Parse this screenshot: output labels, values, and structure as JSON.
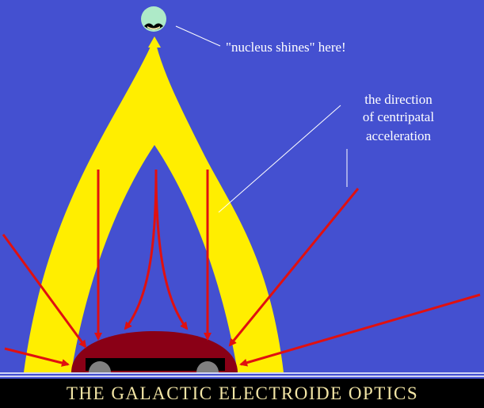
{
  "annotations": {
    "nucleus_note": "\"nucleus shines\" here!",
    "direction_line1": "the direction",
    "direction_line2": "of centripatal",
    "direction_line3": "acceleration"
  },
  "title": "THE  GALACTIC  ELECTROIDE  OPTICS",
  "colors": {
    "background": "#4450d0",
    "beam": "#ffee00",
    "arrow": "#e01010",
    "electroide": "#8a0016",
    "wheel": "#808080",
    "nucleus": "#aeeac8",
    "title_bar": "#000000",
    "title_text": "#f3e6a6"
  }
}
